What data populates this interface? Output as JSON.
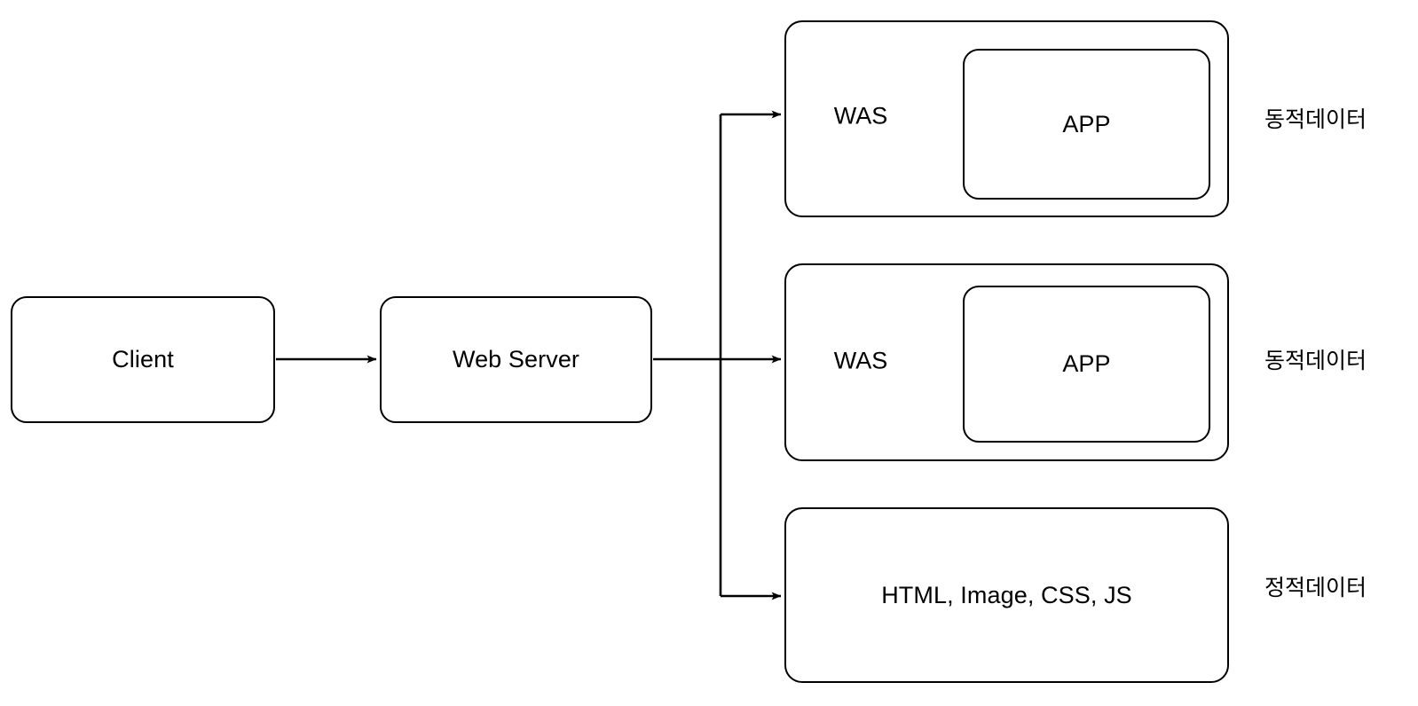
{
  "diagram": {
    "title": "Web Server and WAS request routing diagram",
    "background_color": "#ffffff",
    "stroke_color": "#000000",
    "text_color": "#000000",
    "nodes": {
      "client": {
        "label": "Client"
      },
      "web_server": {
        "label": "Web Server"
      },
      "was_top": {
        "label": "WAS",
        "app_label": "APP"
      },
      "was_middle": {
        "label": "WAS",
        "app_label": "APP"
      },
      "static_assets": {
        "label": "HTML, Image, CSS, JS"
      }
    },
    "side_labels": [
      {
        "text": "동적데이터"
      },
      {
        "text": "동적데이터"
      },
      {
        "text": "정적데이터"
      }
    ],
    "edges": [
      {
        "from": "Client",
        "to": "Web Server",
        "arrow": "arrow-head-right"
      },
      {
        "from": "Web Server",
        "to": "WAS",
        "arrow": "arrow-head-right"
      },
      {
        "from": "Web Server",
        "to": "WAS",
        "arrow": "arrow-head-right"
      },
      {
        "from": "Web Server",
        "to": "HTML, Image, CSS, JS",
        "arrow": "arrow-head-right"
      }
    ]
  }
}
